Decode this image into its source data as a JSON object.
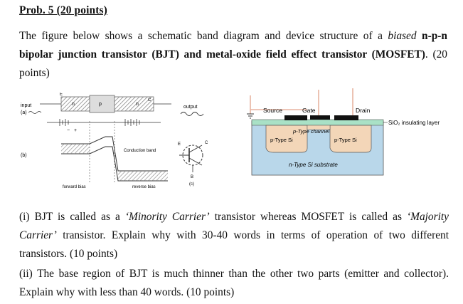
{
  "problem": {
    "title": "Prob. 5 (20 points)",
    "intro_1": "The figure below shows a schematic band diagram and device structure of a ",
    "intro_biased": "biased",
    "intro_2": " ",
    "intro_bold": "n-p-n bipolar junction transistor (BJT) and metal-oxide field effect transistor (MOSFET)",
    "intro_3": ". (20 points)"
  },
  "bjt_figure": {
    "label_a": "(a)",
    "label_b": "(b)",
    "label_c": "(c)",
    "input": "input",
    "output": "output",
    "conduction_band": "Conduction band",
    "forward_bias": "forward bias",
    "reverse_bias": "reverse bias",
    "E": "E",
    "B": "B",
    "C": "C",
    "n_left": "n",
    "p_mid": "p",
    "n_right": "n",
    "plus": "+",
    "minus": "−"
  },
  "mosfet_figure": {
    "source": "Source",
    "gate": "Gate",
    "drain": "Drain",
    "sio2": "SiO₂ insulating layer",
    "channel": "p-Type channel",
    "ptype_left": "p-Type Si",
    "ptype_right": "p-Type Si",
    "substrate": "n-Type Si substrate"
  },
  "questions": {
    "q1_a": "(i) BJT is called as a ",
    "q1_minority": "‘Minority Carrier’",
    "q1_b": " transistor whereas MOSFET is called as ",
    "q1_majority": "‘Majority Carrier’",
    "q1_c": " transistor. Explain why with 30-40 words in terms of operation of two different transistors. (10 points)",
    "q2": "(ii) The base region of BJT is much thinner than the other two parts (emitter and collector). Explain why with less than 40 words. (10 points)"
  },
  "colors": {
    "substrate": "#b9d7ea",
    "ptype": "#f3d6b8",
    "sio2": "#a9e1c6",
    "contact": "#111111",
    "wire": "#e8b4a0",
    "hatch": "#9a9a9a"
  }
}
